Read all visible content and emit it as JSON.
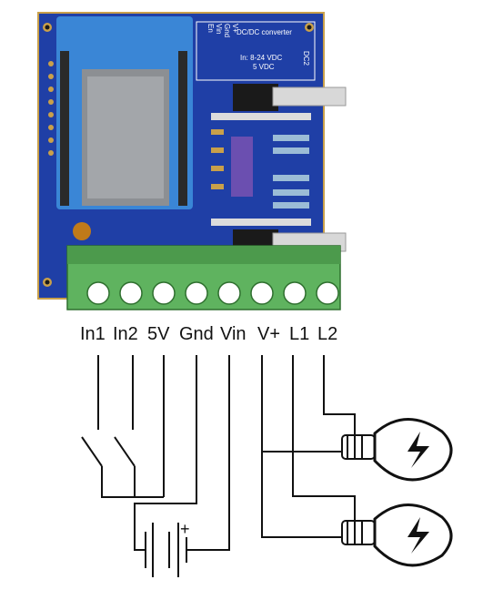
{
  "board": {
    "header_labels": [
      "En",
      "Vin",
      "Gnd",
      "V+"
    ],
    "module_title": "DC/DC converter",
    "module_input": "In: 8-24 VDC",
    "module_output": "5 VDC",
    "module_ref": "DC2"
  },
  "terminals": [
    "In1",
    "In2",
    "5V",
    "Gnd",
    "Vin",
    "V+",
    "L1",
    "L2"
  ],
  "colors": {
    "pcb": "#1f3fa6",
    "wemos": "#3a86d6",
    "terminal_block": "#5fb35f",
    "wire": "#111111"
  },
  "schematic": {
    "battery_polarity": "+"
  }
}
